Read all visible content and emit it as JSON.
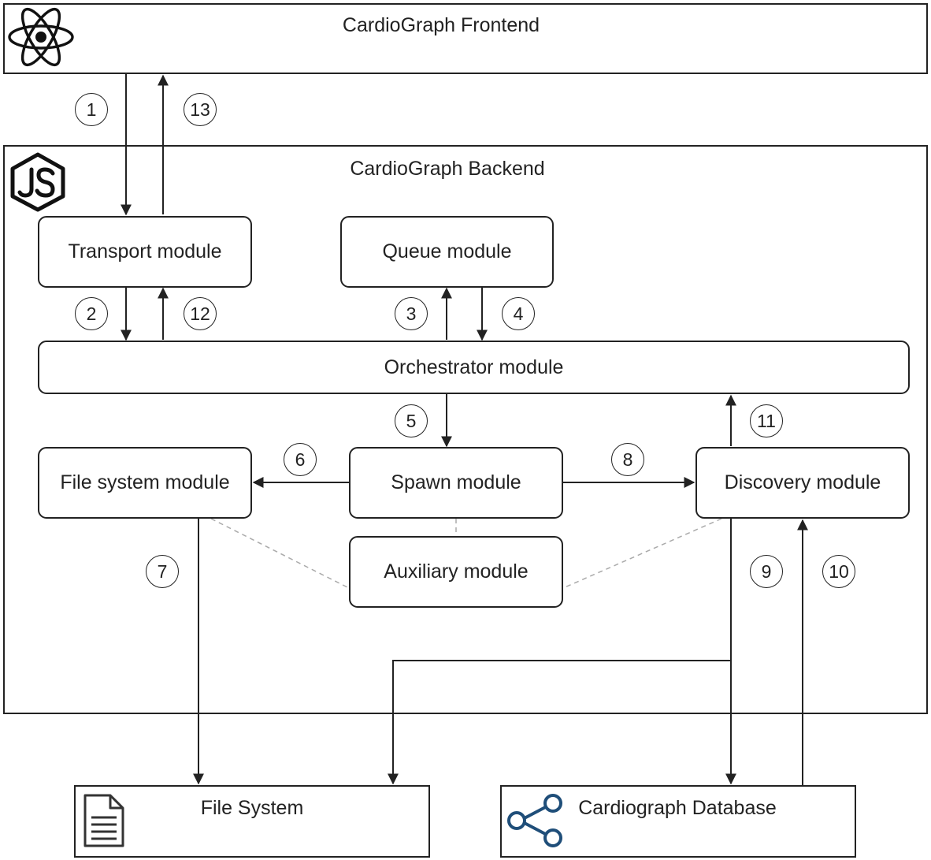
{
  "frontend": {
    "title": "CardioGraph Frontend",
    "icon": "react-icon"
  },
  "backend": {
    "title": "CardioGraph Backend",
    "icon": "nodejs-icon"
  },
  "modules": {
    "transport": "Transport module",
    "queue": "Queue module",
    "orchestrator": "Orchestrator module",
    "file_system": "File system module",
    "spawn": "Spawn module",
    "discovery": "Discovery module",
    "auxiliary": "Auxiliary module"
  },
  "externals": {
    "file_system": {
      "title": "File System",
      "icon": "document-icon"
    },
    "database": {
      "title": "Cardiograph Database",
      "icon": "share-icon"
    }
  },
  "steps": [
    "1",
    "2",
    "3",
    "4",
    "5",
    "6",
    "7",
    "8",
    "9",
    "10",
    "11",
    "12",
    "13"
  ],
  "colors": {
    "line": "#222222",
    "dashed": "#aaaaaa",
    "share_icon": "#1f4e79"
  }
}
